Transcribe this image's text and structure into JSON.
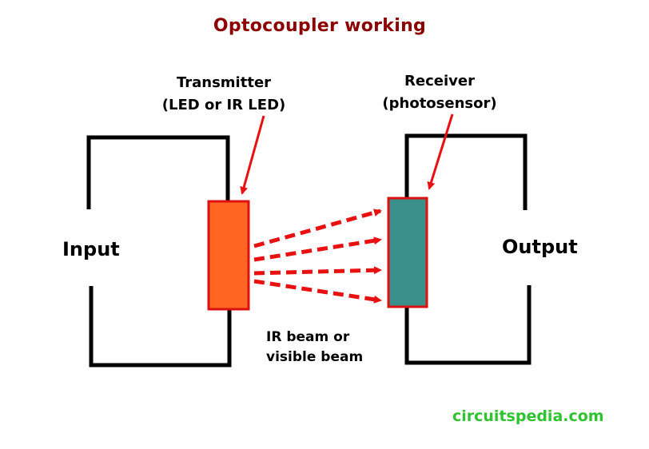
{
  "title": "Optocoupler working",
  "transmitter": {
    "name": "Transmitter",
    "type": "(LED or IR LED)"
  },
  "receiver": {
    "name": "Receiver",
    "type": "(photosensor)"
  },
  "input_label": "Input",
  "output_label": "Output",
  "beam": {
    "line1": "IR beam or",
    "line2": "visible beam",
    "ray_count": 4
  },
  "website": "circuitspedia.com",
  "colors": {
    "title": "#8b0000",
    "wire": "#000000",
    "transmitter_fill": "#ff6622",
    "transmitter_border": "#dd1111",
    "receiver_fill": "#3a8f8b",
    "receiver_border": "#dd1111",
    "arrows": "#e81010",
    "website": "#2fc42f"
  }
}
